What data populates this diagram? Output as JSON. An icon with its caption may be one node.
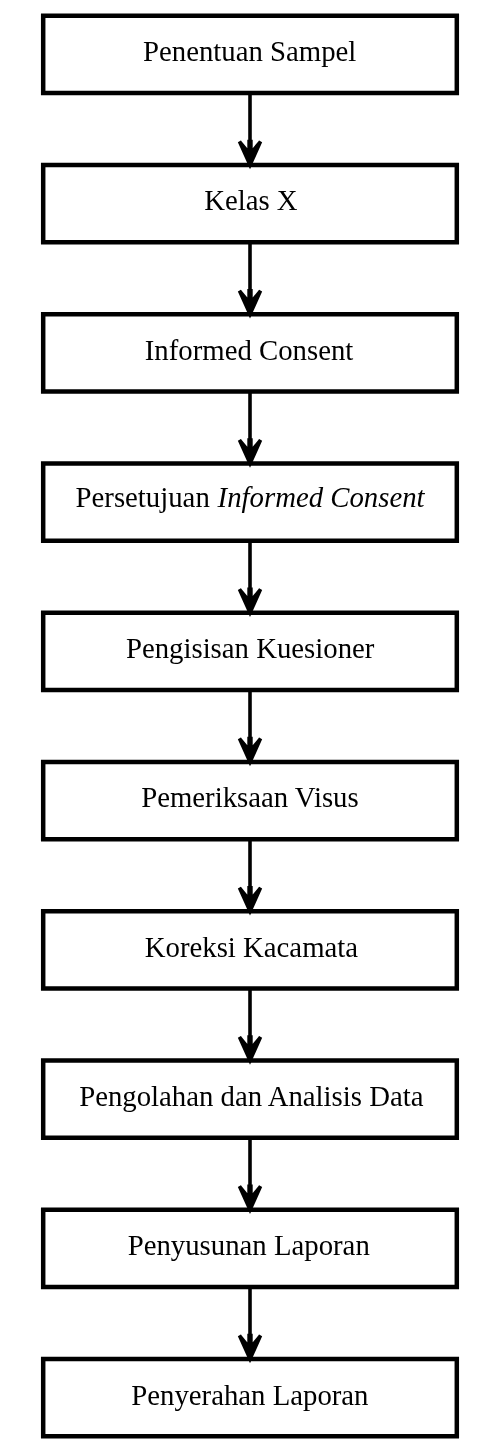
{
  "diagram": {
    "nodes": [
      {
        "text": [
          "Penentuan Sampel"
        ]
      },
      {
        "text": [
          "Kelas X"
        ]
      },
      {
        "text": [
          "Informed Consent"
        ]
      },
      {
        "text": [
          "Persetujuan *Informed Consent*"
        ]
      },
      {
        "text": [
          "Pengisisan Kuesioner"
        ]
      },
      {
        "text": [
          "Pemeriksaan Visus"
        ]
      },
      {
        "text": [
          "Koreksi Kacamata"
        ]
      },
      {
        "text": [
          "Pengolahan dan Analisis Data"
        ]
      },
      {
        "text": [
          "Penyusunan Laporan"
        ]
      },
      {
        "text": [
          "Penyerahan Laporan"
        ]
      }
    ],
    "edges": [
      {
        "from": 0,
        "to": 1,
        "arrow": "to"
      },
      {
        "from": 1,
        "to": 2,
        "arrow": "to"
      },
      {
        "from": 2,
        "to": 3,
        "arrow": "to"
      },
      {
        "from": 3,
        "to": 4,
        "arrow": "to"
      },
      {
        "from": 4,
        "to": 5,
        "arrow": "to"
      },
      {
        "from": 5,
        "to": 6,
        "arrow": "to"
      },
      {
        "from": 6,
        "to": 7,
        "arrow": "to"
      },
      {
        "from": 7,
        "to": 8,
        "arrow": "to"
      },
      {
        "from": 8,
        "to": 9,
        "arrow": "to"
      }
    ]
  }
}
